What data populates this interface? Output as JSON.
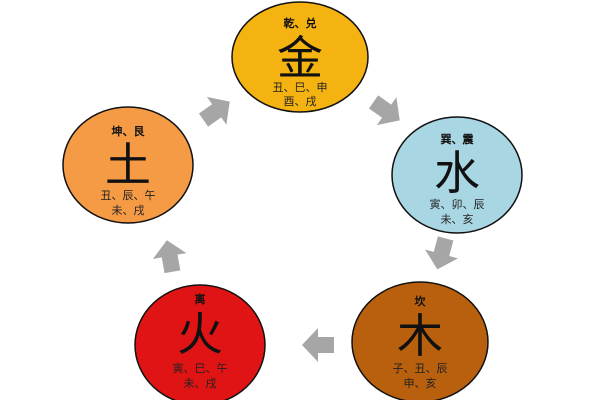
{
  "elements": [
    {
      "id": "metal",
      "trigrams": "乾、兑",
      "char": "金",
      "branches1": "丑、巳、申",
      "branches2": "酉、戌",
      "color": "#f5b312"
    },
    {
      "id": "water",
      "trigrams": "巽、震",
      "char": "水",
      "branches1": "寅、卯、辰",
      "branches2": "未、亥",
      "color": "#a9d6e3"
    },
    {
      "id": "wood",
      "trigrams": "坎",
      "char": "木",
      "branches1": "子、丑、辰",
      "branches2": "申、亥",
      "color": "#b8600e"
    },
    {
      "id": "fire",
      "trigrams": "离",
      "char": "火",
      "branches1": "寅、巳、午",
      "branches2": "未、戌",
      "color": "#e01414"
    },
    {
      "id": "earth",
      "trigrams": "坤、艮",
      "char": "土",
      "branches1": "丑、辰、午",
      "branches2": "未、戌",
      "color": "#f59a45"
    }
  ],
  "arrow_color": "#a6a6a6"
}
